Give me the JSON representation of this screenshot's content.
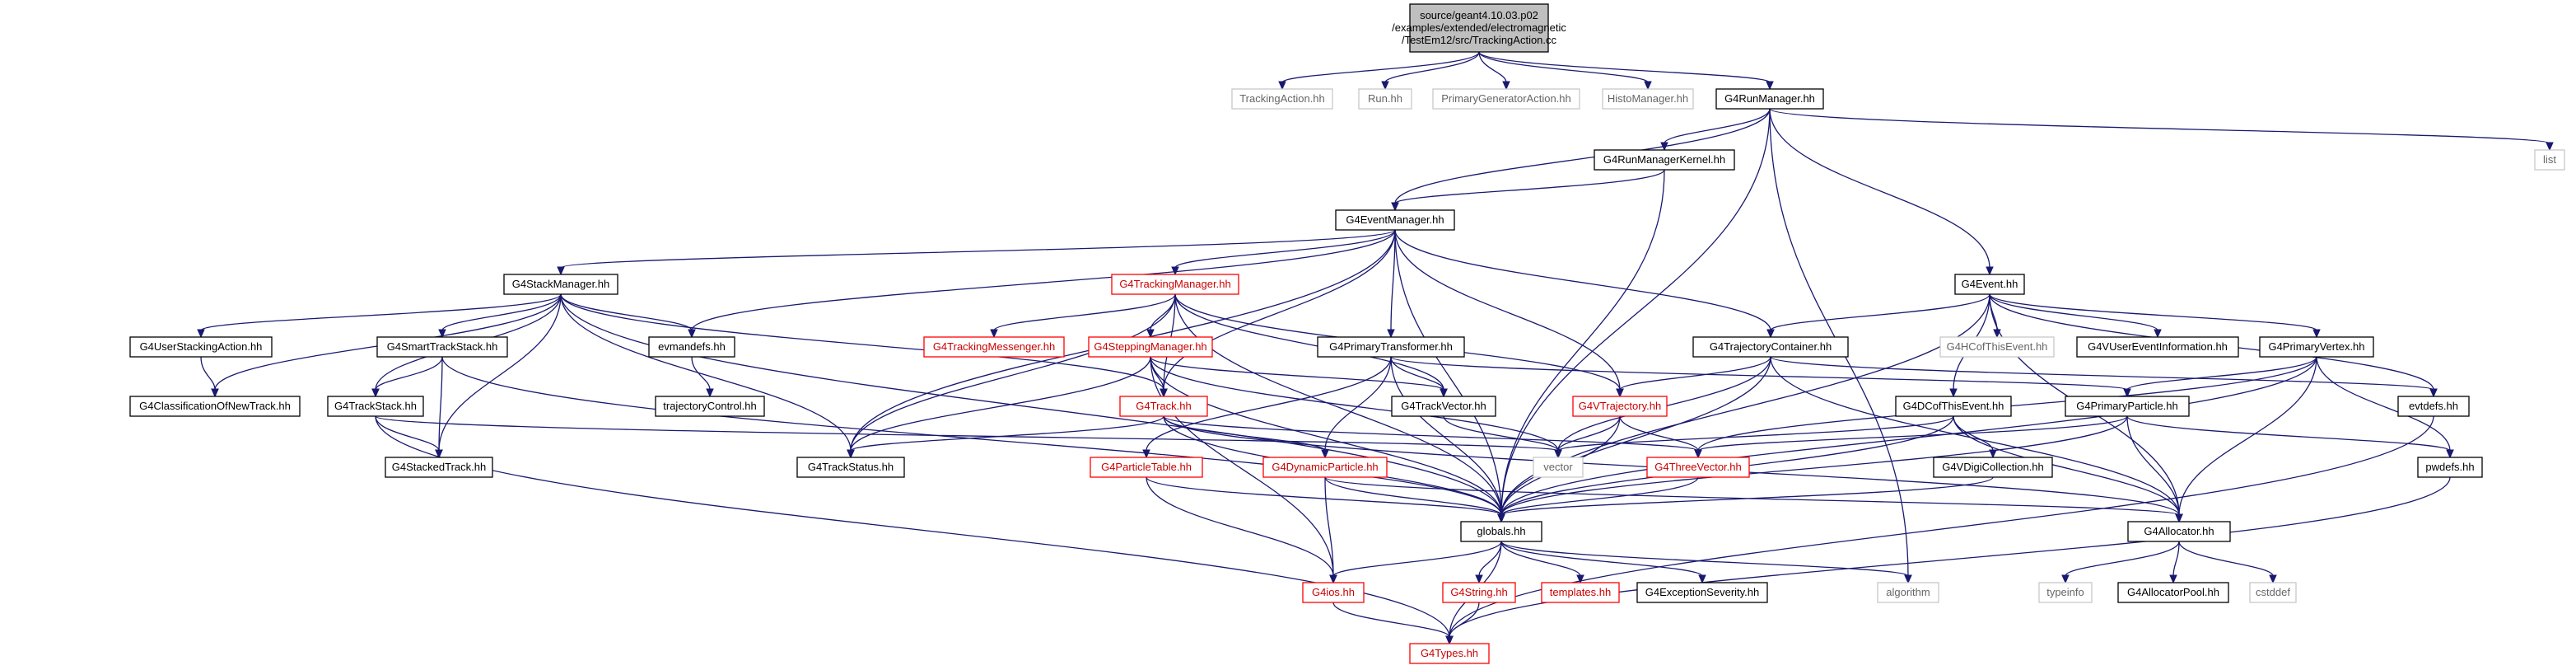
{
  "diagram": {
    "type": "include-dependency-graph",
    "colors": {
      "normal_border": "#000000",
      "grey_border": "#c8c8c8",
      "red_border": "#ff0000",
      "root_fill": "#bfbfbf",
      "edge": "#191970",
      "external_text": "#666666",
      "red_text": "#cc0000"
    },
    "nodes": [
      {
        "id": "root",
        "lines": [
          "source/geant4.10.03.p02",
          "/examples/extended/electromagnetic",
          "/TestEm12/src/TrackingAction.cc"
        ],
        "style": "root"
      },
      {
        "id": "trackingaction",
        "lines": [
          "TrackingAction.hh"
        ],
        "style": "grey"
      },
      {
        "id": "run",
        "lines": [
          "Run.hh"
        ],
        "style": "grey"
      },
      {
        "id": "primarygen",
        "lines": [
          "PrimaryGeneratorAction.hh"
        ],
        "style": "grey"
      },
      {
        "id": "histomanager",
        "lines": [
          "HistoManager.hh"
        ],
        "style": "grey"
      },
      {
        "id": "runmanager",
        "lines": [
          "G4RunManager.hh"
        ],
        "style": "normal"
      },
      {
        "id": "list",
        "lines": [
          "list"
        ],
        "style": "grey"
      },
      {
        "id": "runmanagerkernel",
        "lines": [
          "G4RunManagerKernel.hh"
        ],
        "style": "normal"
      },
      {
        "id": "eventmanager",
        "lines": [
          "G4EventManager.hh"
        ],
        "style": "normal"
      },
      {
        "id": "event",
        "lines": [
          "G4Event.hh"
        ],
        "style": "normal"
      },
      {
        "id": "stackmanager",
        "lines": [
          "G4StackManager.hh"
        ],
        "style": "normal"
      },
      {
        "id": "trackingmanager",
        "lines": [
          "G4TrackingManager.hh"
        ],
        "style": "red"
      },
      {
        "id": "userstacking",
        "lines": [
          "G4UserStackingAction.hh"
        ],
        "style": "normal"
      },
      {
        "id": "smarttrackstack",
        "lines": [
          "G4SmartTrackStack.hh"
        ],
        "style": "normal"
      },
      {
        "id": "evmandefs",
        "lines": [
          "evmandefs.hh"
        ],
        "style": "normal"
      },
      {
        "id": "trackingmessenger",
        "lines": [
          "G4TrackingMessenger.hh"
        ],
        "style": "red"
      },
      {
        "id": "steppingmanager",
        "lines": [
          "G4SteppingManager.hh"
        ],
        "style": "red"
      },
      {
        "id": "primarytransformer",
        "lines": [
          "G4PrimaryTransformer.hh"
        ],
        "style": "normal"
      },
      {
        "id": "trajectorycontainer",
        "lines": [
          "G4TrajectoryContainer.hh"
        ],
        "style": "normal"
      },
      {
        "id": "hcofthisevent",
        "lines": [
          "G4HCofThisEvent.hh"
        ],
        "style": "grey"
      },
      {
        "id": "vusereventinfo",
        "lines": [
          "G4VUserEventInformation.hh"
        ],
        "style": "normal"
      },
      {
        "id": "primaryvertex",
        "lines": [
          "G4PrimaryVertex.hh"
        ],
        "style": "normal"
      },
      {
        "id": "classification",
        "lines": [
          "G4ClassificationOfNewTrack.hh"
        ],
        "style": "normal"
      },
      {
        "id": "trackstack",
        "lines": [
          "G4TrackStack.hh"
        ],
        "style": "normal"
      },
      {
        "id": "trajectorycontrol",
        "lines": [
          "trajectoryControl.hh"
        ],
        "style": "normal"
      },
      {
        "id": "track",
        "lines": [
          "G4Track.hh"
        ],
        "style": "red"
      },
      {
        "id": "trackvector",
        "lines": [
          "G4TrackVector.hh"
        ],
        "style": "normal"
      },
      {
        "id": "vtrajectory",
        "lines": [
          "G4VTrajectory.hh"
        ],
        "style": "red"
      },
      {
        "id": "dcofthisevent",
        "lines": [
          "G4DCofThisEvent.hh"
        ],
        "style": "normal"
      },
      {
        "id": "primaryparticle",
        "lines": [
          "G4PrimaryParticle.hh"
        ],
        "style": "normal"
      },
      {
        "id": "evtdefs",
        "lines": [
          "evtdefs.hh"
        ],
        "style": "normal"
      },
      {
        "id": "stackedtrack",
        "lines": [
          "G4StackedTrack.hh"
        ],
        "style": "normal"
      },
      {
        "id": "trackstatus",
        "lines": [
          "G4TrackStatus.hh"
        ],
        "style": "normal"
      },
      {
        "id": "vector",
        "lines": [
          "vector"
        ],
        "style": "grey"
      },
      {
        "id": "threevector",
        "lines": [
          "G4ThreeVector.hh"
        ],
        "style": "red"
      },
      {
        "id": "particletable",
        "lines": [
          "G4ParticleTable.hh"
        ],
        "style": "red"
      },
      {
        "id": "dynamicparticle",
        "lines": [
          "G4DynamicParticle.hh"
        ],
        "style": "red"
      },
      {
        "id": "vdigicollection",
        "lines": [
          "G4VDigiCollection.hh"
        ],
        "style": "normal"
      },
      {
        "id": "pwdefs",
        "lines": [
          "pwdefs.hh"
        ],
        "style": "normal"
      },
      {
        "id": "globals",
        "lines": [
          "globals.hh"
        ],
        "style": "normal"
      },
      {
        "id": "allocator",
        "lines": [
          "G4Allocator.hh"
        ],
        "style": "normal"
      },
      {
        "id": "g4ios",
        "lines": [
          "G4ios.hh"
        ],
        "style": "red"
      },
      {
        "id": "g4string",
        "lines": [
          "G4String.hh"
        ],
        "style": "red"
      },
      {
        "id": "templates",
        "lines": [
          "templates.hh"
        ],
        "style": "red"
      },
      {
        "id": "exceptionseverity",
        "lines": [
          "G4ExceptionSeverity.hh"
        ],
        "style": "normal"
      },
      {
        "id": "algorithm",
        "lines": [
          "algorithm"
        ],
        "style": "grey"
      },
      {
        "id": "typeinfo",
        "lines": [
          "typeinfo"
        ],
        "style": "grey"
      },
      {
        "id": "allocatorpool",
        "lines": [
          "G4AllocatorPool.hh"
        ],
        "style": "normal"
      },
      {
        "id": "cstddef",
        "lines": [
          "cstddef"
        ],
        "style": "grey"
      },
      {
        "id": "types",
        "lines": [
          "G4Types.hh"
        ],
        "style": "red"
      }
    ],
    "edges": [
      [
        "root",
        "trackingaction"
      ],
      [
        "root",
        "run"
      ],
      [
        "root",
        "primarygen"
      ],
      [
        "root",
        "histomanager"
      ],
      [
        "root",
        "runmanager"
      ],
      [
        "runmanager",
        "list"
      ],
      [
        "runmanager",
        "runmanagerkernel"
      ],
      [
        "runmanager",
        "eventmanager"
      ],
      [
        "runmanager",
        "event"
      ],
      [
        "runmanager",
        "globals"
      ],
      [
        "runmanager",
        "algorithm"
      ],
      [
        "runmanagerkernel",
        "eventmanager"
      ],
      [
        "runmanagerkernel",
        "globals"
      ],
      [
        "eventmanager",
        "stackmanager"
      ],
      [
        "eventmanager",
        "trackingmanager"
      ],
      [
        "eventmanager",
        "evmandefs"
      ],
      [
        "eventmanager",
        "primarytransformer"
      ],
      [
        "eventmanager",
        "trajectorycontainer"
      ],
      [
        "eventmanager",
        "track"
      ],
      [
        "eventmanager",
        "trackstatus"
      ],
      [
        "eventmanager",
        "vtrajectory"
      ],
      [
        "eventmanager",
        "globals"
      ],
      [
        "stackmanager",
        "userstacking"
      ],
      [
        "stackmanager",
        "smarttrackstack"
      ],
      [
        "stackmanager",
        "evmandefs"
      ],
      [
        "stackmanager",
        "classification"
      ],
      [
        "stackmanager",
        "trackstack"
      ],
      [
        "stackmanager",
        "stackedtrack"
      ],
      [
        "stackmanager",
        "trackstatus"
      ],
      [
        "stackmanager",
        "track"
      ],
      [
        "stackmanager",
        "globals"
      ],
      [
        "userstacking",
        "classification"
      ],
      [
        "smarttrackstack",
        "trackstack"
      ],
      [
        "smarttrackstack",
        "stackedtrack"
      ],
      [
        "smarttrackstack",
        "globals"
      ],
      [
        "evmandefs",
        "trajectorycontrol"
      ],
      [
        "trackstack",
        "stackedtrack"
      ],
      [
        "trackstack",
        "types"
      ],
      [
        "trackstack",
        "vector"
      ],
      [
        "trackingmanager",
        "trackingmessenger"
      ],
      [
        "trackingmanager",
        "steppingmanager"
      ],
      [
        "trackingmanager",
        "track"
      ],
      [
        "trackingmanager",
        "trackvector"
      ],
      [
        "trackingmanager",
        "vtrajectory"
      ],
      [
        "trackingmanager",
        "trackstatus"
      ],
      [
        "trackingmanager",
        "globals"
      ],
      [
        "steppingmanager",
        "track"
      ],
      [
        "steppingmanager",
        "trackvector"
      ],
      [
        "steppingmanager",
        "trackstatus"
      ],
      [
        "steppingmanager",
        "globals"
      ],
      [
        "steppingmanager",
        "vector"
      ],
      [
        "steppingmanager",
        "g4ios"
      ],
      [
        "track",
        "trackstatus"
      ],
      [
        "track",
        "dynamicparticle"
      ],
      [
        "track",
        "globals"
      ],
      [
        "track",
        "threevector"
      ],
      [
        "track",
        "allocator"
      ],
      [
        "primarytransformer",
        "particletable"
      ],
      [
        "primarytransformer",
        "dynamicparticle"
      ],
      [
        "primarytransformer",
        "trackvector"
      ],
      [
        "primarytransformer",
        "primaryparticle"
      ],
      [
        "primarytransformer",
        "globals"
      ],
      [
        "trackvector",
        "vector"
      ],
      [
        "trajectorycontainer",
        "vtrajectory"
      ],
      [
        "trajectorycontainer",
        "vector"
      ],
      [
        "trajectorycontainer",
        "globals"
      ],
      [
        "trajectorycontainer",
        "allocator"
      ],
      [
        "trajectorycontainer",
        "evtdefs"
      ],
      [
        "vtrajectory",
        "vector"
      ],
      [
        "vtrajectory",
        "threevector"
      ],
      [
        "vtrajectory",
        "globals"
      ],
      [
        "event",
        "trajectorycontainer"
      ],
      [
        "event",
        "hcofthisevent"
      ],
      [
        "event",
        "vusereventinfo"
      ],
      [
        "event",
        "primaryvertex"
      ],
      [
        "event",
        "dcofthisevent"
      ],
      [
        "event",
        "evtdefs"
      ],
      [
        "event",
        "allocator"
      ],
      [
        "event",
        "globals"
      ],
      [
        "primaryvertex",
        "primaryparticle"
      ],
      [
        "primaryvertex",
        "threevector"
      ],
      [
        "primaryvertex",
        "allocator"
      ],
      [
        "primaryvertex",
        "pwdefs"
      ],
      [
        "primaryvertex",
        "globals"
      ],
      [
        "dcofthisevent",
        "vdigicollection"
      ],
      [
        "dcofthisevent",
        "vector"
      ],
      [
        "dcofthisevent",
        "globals"
      ],
      [
        "dcofthisevent",
        "allocator"
      ],
      [
        "primaryparticle",
        "threevector"
      ],
      [
        "primaryparticle",
        "allocator"
      ],
      [
        "primaryparticle",
        "pwdefs"
      ],
      [
        "primaryparticle",
        "globals"
      ],
      [
        "vdigicollection",
        "globals"
      ],
      [
        "evtdefs",
        "types"
      ],
      [
        "pwdefs",
        "types"
      ],
      [
        "particletable",
        "g4ios"
      ],
      [
        "particletable",
        "globals"
      ],
      [
        "dynamicparticle",
        "g4ios"
      ],
      [
        "dynamicparticle",
        "globals"
      ],
      [
        "dynamicparticle",
        "allocator"
      ],
      [
        "threevector",
        "globals"
      ],
      [
        "globals",
        "g4ios"
      ],
      [
        "globals",
        "g4string"
      ],
      [
        "globals",
        "templates"
      ],
      [
        "globals",
        "exceptionseverity"
      ],
      [
        "globals",
        "algorithm"
      ],
      [
        "globals",
        "types"
      ],
      [
        "g4ios",
        "types"
      ],
      [
        "g4string",
        "types"
      ],
      [
        "allocator",
        "typeinfo"
      ],
      [
        "allocator",
        "allocatorpool"
      ],
      [
        "allocator",
        "cstddef"
      ]
    ]
  }
}
